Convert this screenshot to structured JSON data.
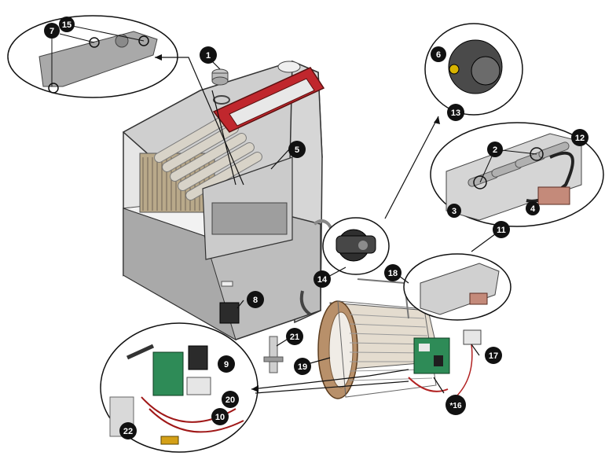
{
  "callouts": [
    {
      "id": "1",
      "label": "1"
    },
    {
      "id": "2",
      "label": "2"
    },
    {
      "id": "3",
      "label": "3"
    },
    {
      "id": "4",
      "label": "4"
    },
    {
      "id": "5",
      "label": "5"
    },
    {
      "id": "6",
      "label": "6"
    },
    {
      "id": "7",
      "label": "7"
    },
    {
      "id": "8",
      "label": "8"
    },
    {
      "id": "9",
      "label": "9"
    },
    {
      "id": "10",
      "label": "10"
    },
    {
      "id": "11",
      "label": "11"
    },
    {
      "id": "12",
      "label": "12"
    },
    {
      "id": "13",
      "label": "13"
    },
    {
      "id": "14",
      "label": "14"
    },
    {
      "id": "15",
      "label": "15"
    },
    {
      "id": "16",
      "label": "*16"
    },
    {
      "id": "17",
      "label": "17"
    },
    {
      "id": "18",
      "label": "18"
    },
    {
      "id": "19",
      "label": "19"
    },
    {
      "id": "20",
      "label": "20"
    },
    {
      "id": "21",
      "label": "21"
    },
    {
      "id": "22",
      "label": "22"
    }
  ],
  "colors": {
    "callout_fill": "#111111",
    "callout_text": "#ffffff",
    "cabinet_panel": "#d9d9d9",
    "cabinet_dark": "#8c8c8c",
    "accent_red": "#c0272d",
    "control_board_green": "#2e8b57",
    "blower_wheel": "#b8906a"
  }
}
